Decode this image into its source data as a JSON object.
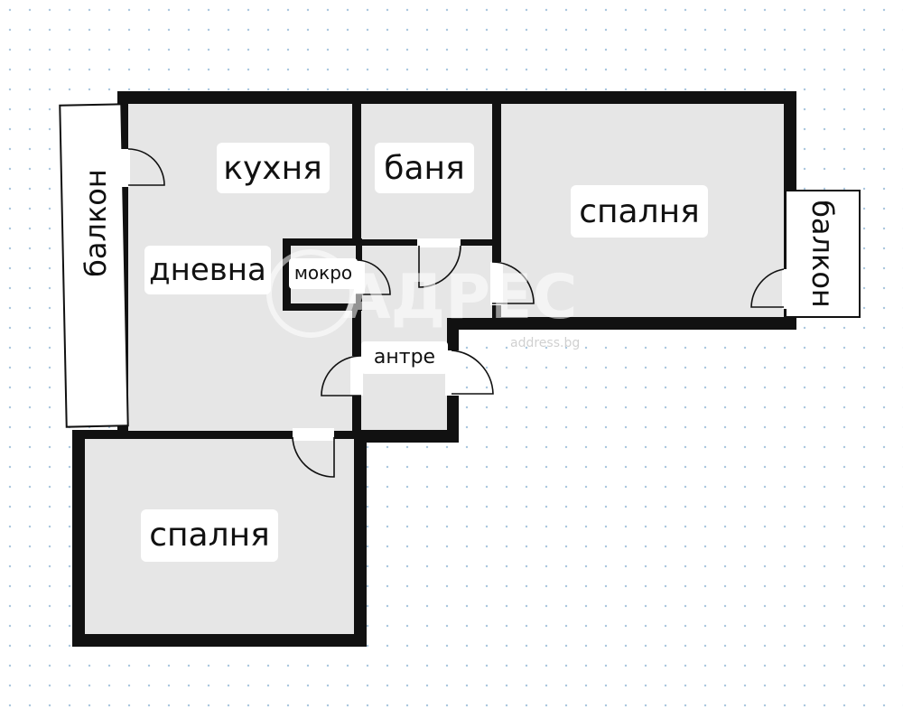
{
  "rooms": {
    "kitchen": "кухня",
    "bathroom": "баня",
    "bedroom_right": "спалня",
    "living": "дневна",
    "wet": "мокро",
    "hall": "антре",
    "bedroom_bottom": "спалня",
    "balcony_left": "балкон",
    "balcony_right": "балкон"
  },
  "watermark": {
    "brand": "АДРЕС",
    "site": "address.bg"
  },
  "colors": {
    "wall": "#111111",
    "floor": "#e6e6e6",
    "grid_dot": "#a9c6de",
    "background": "#ffffff"
  }
}
